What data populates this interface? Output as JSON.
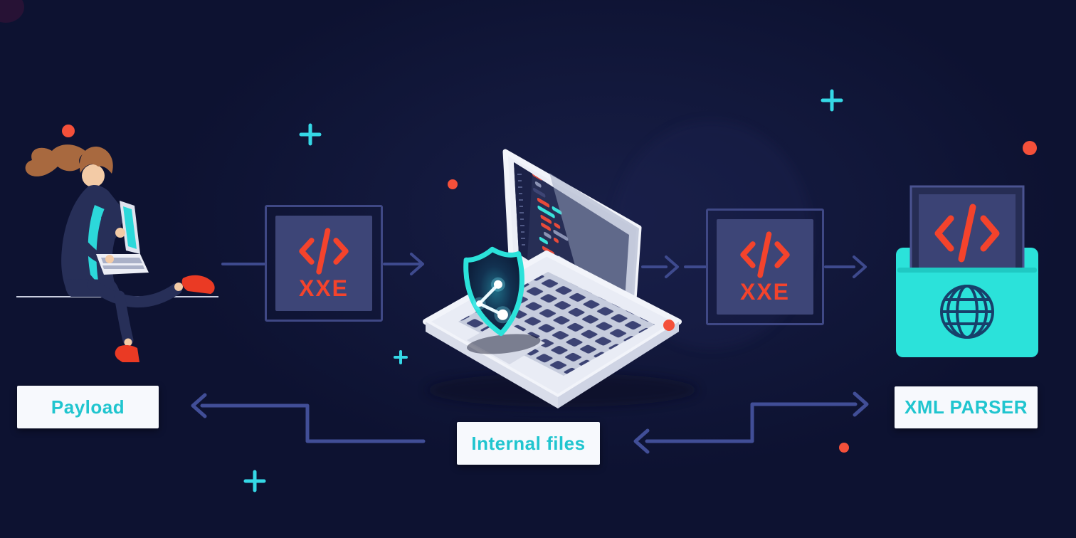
{
  "scene": {
    "description": "XXE attack flow illustration: attacker payload passes through XXE to a protected server and XML parser, internal files flow back",
    "colors": {
      "background": "#0d1231",
      "accent_red": "#f4432c",
      "accent_teal": "#2be2da",
      "label_text": "#20c5cf",
      "label_bg": "#f7f9fd",
      "arrow": "#3e4a8e",
      "box_border": "#3f4885",
      "box_fill": "#3d4577"
    }
  },
  "nodes": {
    "attacker": {
      "icon": "person-with-laptop"
    },
    "xxe_request": {
      "label": "XXE",
      "icon": "code-icon"
    },
    "server": {
      "icon": "laptop-with-shield"
    },
    "xxe_response": {
      "label": "XXE",
      "icon": "code-icon"
    },
    "parser": {
      "icon": "code-document-tray-globe"
    }
  },
  "labels": {
    "payload": "Payload",
    "internal_files": "Internal files",
    "xml_parser": "XML PARSER"
  }
}
